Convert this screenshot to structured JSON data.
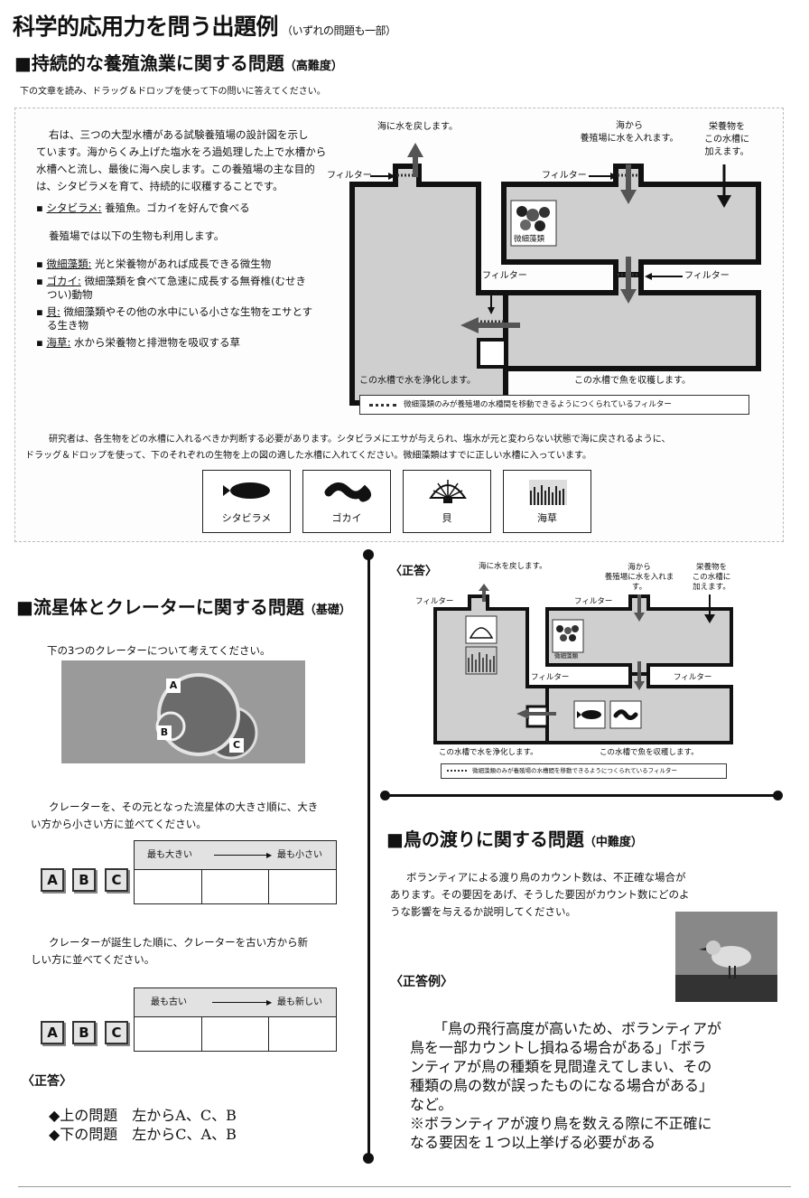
{
  "page_title": "科学的応用力を問う出題例",
  "page_title_note": "（いずれの問題も一部）",
  "s1": {
    "heading": "■持続的な養殖漁業に関する問題",
    "level": "（高難度）",
    "instruction": "下の文章を読み、ドラッグ＆ドロップを使って下の問いに答えてください。",
    "intro_lines": [
      "右は、三つの大型水槽がある試験養殖場の設計図を示し",
      "ています。海からくみ上げた塩水をろ過処理した上で水槽から",
      "水槽へと流し、最後に海へ戻します。この養殖場の主な目的",
      "は、シタビラメを育て、持続的に収穫することです。"
    ],
    "fish_term": "シタビラメ:",
    "fish_desc": " 養殖魚。ゴカイを好んで食べる",
    "also_used": "養殖場では以下の生物も利用します。",
    "organisms": [
      {
        "term": "微細藻類:",
        "desc": " 光と栄養物があれば成長できる微生物",
        "cont": ""
      },
      {
        "term": "ゴカイ:",
        "desc": " 微細藻類を食べて急速に成長する無脊椎(むせき",
        "cont": "つい)動物"
      },
      {
        "term": "貝:",
        "desc": " 微細藻類やその他の水中にいる小さな生物をエサとす",
        "cont": "る生き物"
      },
      {
        "term": "海草:",
        "desc": " 水から栄養物と排泄物を吸収する草",
        "cont": ""
      }
    ],
    "diagram": {
      "return_sea": "海に水を戻します。",
      "from_sea_1": "海から",
      "from_sea_2": "養殖場に水を入れます。",
      "nutrient_1": "栄養物を",
      "nutrient_2": "この水槽に",
      "nutrient_3": "加えます。",
      "filter": "フィルター",
      "algae": "微細藻類",
      "left_caption": "この水槽で水を浄化します。",
      "right_caption": "この水槽で魚を収穫します。",
      "legend": "微細藻類のみが養殖場の水槽間を移動できるようにつくられているフィルター"
    },
    "question_lines": [
      "研究者は、各生物をどの水槽に入れるべきか判断する必要があります。シタビラメにエサが与えられ、塩水が元と変わらない状態で海に戻されるように、",
      "ドラッグ＆ドロップを使って、下のそれぞれの生物を上の図の適した水槽に入れてください。微細藻類はすでに正しい水槽に入っています。"
    ],
    "cards": [
      "シタビラメ",
      "ゴカイ",
      "貝",
      "海草"
    ]
  },
  "s2": {
    "heading": "■流星体とクレーターに関する問題",
    "level": "（基礎）",
    "intro": "下の3つのクレーターについて考えてください。",
    "crater_labels": [
      "A",
      "B",
      "C"
    ],
    "q1_lines": [
      "クレーターを、その元となった流星体の大きさ順に、大き",
      "い方から小さい方に並べてください。"
    ],
    "q1_left": "最も大きい",
    "q1_right": "最も小さい",
    "q2_lines": [
      "クレーターが誕生した順に、クレーターを古い方から新",
      "しい方に並べてください。"
    ],
    "q2_left": "最も古い",
    "q2_right": "最も新しい",
    "buttons": [
      "A",
      "B",
      "C"
    ],
    "answer_heading": "〈正答〉",
    "answers": [
      "◆上の問題　左からA、C、B",
      "◆下の問題　左からC、A、B"
    ]
  },
  "s3": {
    "answer_heading": "〈正答〉"
  },
  "s4": {
    "heading": "■鳥の渡りに関する問題",
    "level": "（中難度）",
    "question_lines": [
      "ボランティアによる渡り鳥のカウント数は、不正確な場合が",
      "あります。その要因をあげ、そうした要因がカウント数にどのよ",
      "うな影響を与えるか説明してください。"
    ],
    "answer_heading": "〈正答例〉",
    "answer_lines": [
      "「鳥の飛行高度が高いため、ボランティアが",
      "鳥を一部カウントし損ねる場合がある」「ボラ",
      "ンティアが鳥の種類を見間違えてしまい、その",
      "種類の鳥の数が誤ったものになる場合がある」",
      "など。",
      "※ボランティアが渡り鳥を数える際に不正確に",
      "なる要因を１つ以上挙げる必要がある"
    ]
  }
}
